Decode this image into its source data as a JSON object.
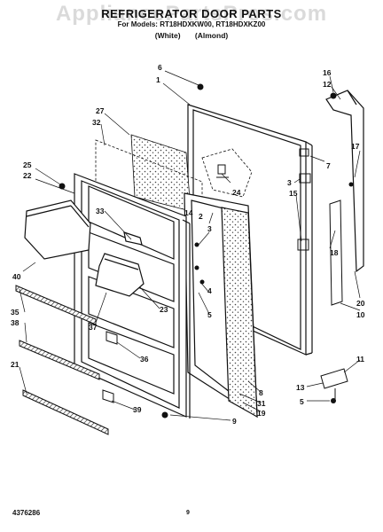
{
  "header": {
    "title": "REFRIGERATOR DOOR PARTS",
    "subtitle": "For Models: RT18HDXKW00, RT18HDXKZ00",
    "colors": "(White) (Almond)"
  },
  "watermark": "AppliancePartsPros.com",
  "callouts": {
    "n6": "6",
    "n1": "1",
    "n16": "16",
    "n12": "12",
    "n27": "27",
    "n32": "32",
    "n25": "25",
    "n22": "22",
    "n14": "14",
    "n24": "24",
    "n17": "17",
    "n7": "7",
    "n3a": "3",
    "n15": "15",
    "n2": "2",
    "n33": "33",
    "n3b": "3",
    "n18": "18",
    "n40": "40",
    "n4": "4",
    "n23": "23",
    "n5a": "5",
    "n35": "35",
    "n38": "38",
    "n37": "37",
    "n20": "20",
    "n10": "10",
    "n36": "36",
    "n21": "21",
    "n8": "8",
    "n11": "11",
    "n39": "39",
    "n31": "31",
    "n13": "13",
    "n19": "19",
    "n5b": "5",
    "n9": "9"
  },
  "footer": {
    "doc_number": "4376286",
    "page": "9"
  }
}
